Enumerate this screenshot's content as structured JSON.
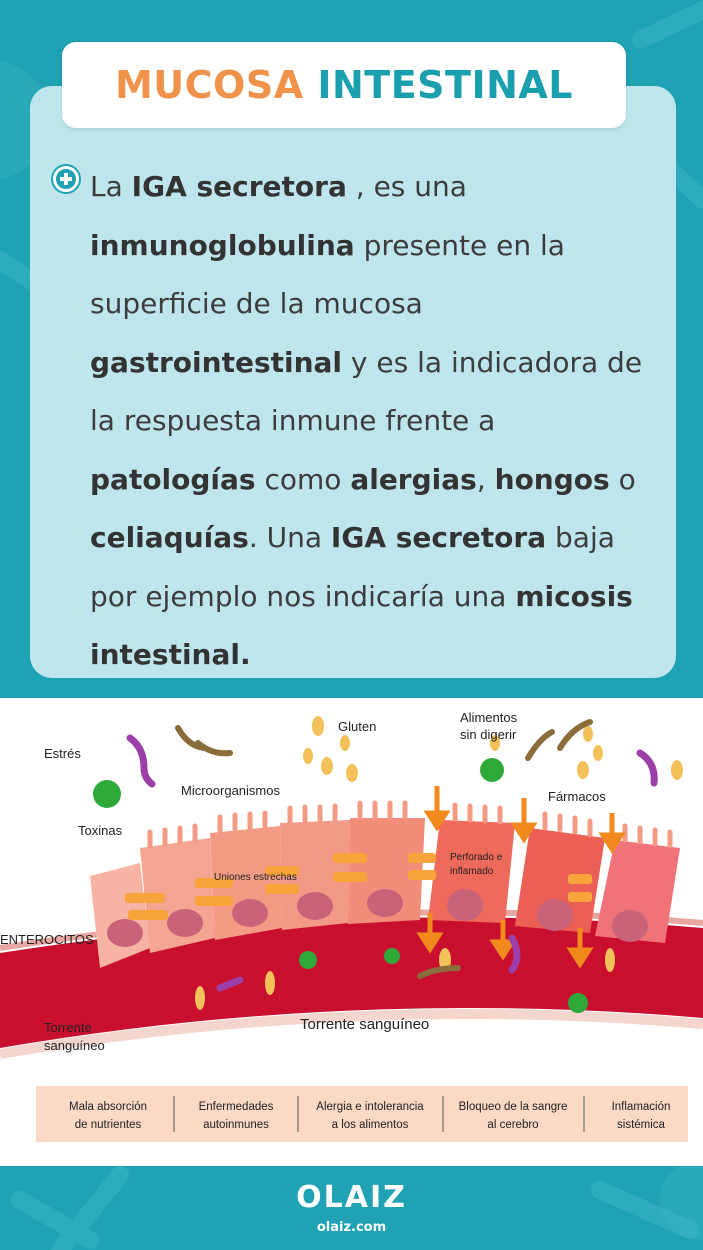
{
  "title": {
    "part1": "MUCOSA",
    "part2": "INTESTINAL"
  },
  "paragraph": [
    {
      "t": "La ",
      "b": false
    },
    {
      "t": "IGA secretora",
      "b": true
    },
    {
      "t": " , es una ",
      "b": false
    },
    {
      "t": "inmunoglobulina",
      "b": true
    },
    {
      "t": " presente en la superficie de la mucosa ",
      "b": false
    },
    {
      "t": "gastrointestinal",
      "b": true
    },
    {
      "t": " y es la indicadora de la respuesta inmune frente a ",
      "b": false
    },
    {
      "t": "patologías",
      "b": true
    },
    {
      "t": " como ",
      "b": false
    },
    {
      "t": "alergias",
      "b": true
    },
    {
      "t": ", ",
      "b": false
    },
    {
      "t": "hongos",
      "b": true
    },
    {
      "t": " o ",
      "b": false
    },
    {
      "t": "celiaquías",
      "b": true
    },
    {
      "t": ". Una ",
      "b": false
    },
    {
      "t": "IGA secretora",
      "b": true
    },
    {
      "t": " baja por ejemplo nos indicaría una ",
      "b": false
    },
    {
      "t": "micosis intestinal.",
      "b": true
    }
  ],
  "diagram": {
    "labels": {
      "estres": "Estrés",
      "toxinas": "Toxinas",
      "microorganismos": "Microorganismos",
      "gluten": "Gluten",
      "alimentos1": "Alimentos",
      "alimentos2": "sin digerir",
      "farmacos": "Fármacos",
      "uniones": "Uniones estrechas",
      "perforado1": "Perforado e",
      "perforado2": "inflamado",
      "enterocitos": "ENTEROCITOS",
      "torrente_center": "Torrente   sanguíneo",
      "torrente_left1": "Torrente",
      "torrente_left2": "sanguíneo"
    },
    "effects": [
      [
        "Mala absorción",
        "de nutrientes"
      ],
      [
        "Enfermedades",
        "autoinmunes"
      ],
      [
        "Alergia e intolerancia",
        "a los alimentos"
      ],
      [
        "Bloqueo de la sangre",
        "al cerebro"
      ],
      [
        "Inflamación",
        "sistémica"
      ]
    ]
  },
  "footer": {
    "logo": "OLAIZ",
    "site": "olaiz.com"
  },
  "colors": {
    "teal": "#1fa2b3",
    "orange": "#f0924a",
    "panel": "#bfe6ec"
  }
}
